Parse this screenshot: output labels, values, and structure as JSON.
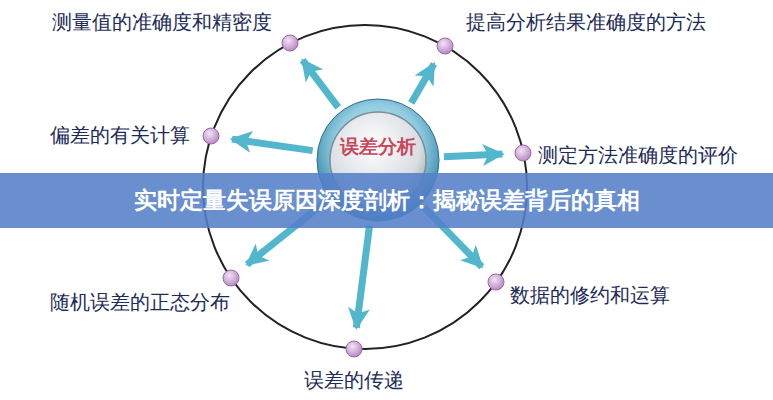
{
  "diagram": {
    "nodes": [
      {
        "text": [
          "测量值的准确度和精密度"
        ]
      },
      {
        "text": [
          "提高分析结果准确度的方法"
        ]
      },
      {
        "text": [
          "偏差的有关计算"
        ]
      },
      {
        "text": [
          "误差分析"
        ]
      },
      {
        "text": [
          "测定方法准确度的评价"
        ]
      },
      {
        "text": [
          "实时定量失误原因深度剖析：揭秘误差背后的真相"
        ]
      },
      {
        "text": [
          "随机误差的正态分布"
        ]
      },
      {
        "text": [
          "数据的修约和运算"
        ]
      },
      {
        "text": [
          "误差的传递"
        ]
      }
    ],
    "edges": [
      {
        "from": 3,
        "to": 0,
        "arrow": "to"
      },
      {
        "from": 3,
        "to": 1,
        "arrow": "to"
      },
      {
        "from": 3,
        "to": 2,
        "arrow": "to"
      },
      {
        "from": 3,
        "to": 4,
        "arrow": "to"
      },
      {
        "from": 3,
        "to": 6,
        "arrow": "to"
      },
      {
        "from": 3,
        "to": 7,
        "arrow": "to"
      },
      {
        "from": 3,
        "to": 8,
        "arrow": "to"
      }
    ]
  }
}
